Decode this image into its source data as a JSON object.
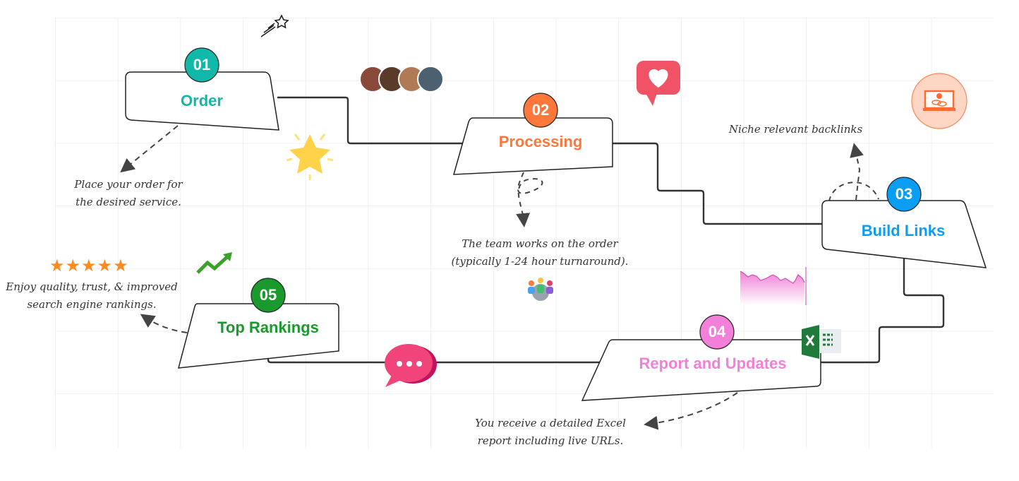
{
  "steps": [
    {
      "number": "01",
      "title": "Order",
      "color": "#10b9a7",
      "note_lines": [
        "Place your order for",
        "the desired service."
      ]
    },
    {
      "number": "02",
      "title": "Processing",
      "color": "#ff773a",
      "note_lines": [
        "The team works on the order",
        "(typically 1-24 hour turnaround)."
      ]
    },
    {
      "number": "03",
      "title": "Build Links",
      "color": "#099ef3",
      "note_lines": [
        "Niche relevant backlinks"
      ]
    },
    {
      "number": "04",
      "title": "Report and Updates",
      "color": "#f27fd8",
      "note_lines": [
        "You receive a detailed Excel",
        "report including live URLs."
      ]
    },
    {
      "number": "05",
      "title": "Top Rankings",
      "color": "#1a9a2c",
      "note_lines": [
        "Enjoy quality, trust, & improved",
        "search engine rankings."
      ]
    }
  ],
  "rating_stars": "★★★★★",
  "icons": [
    "shooting-star-icon",
    "avatars-group",
    "star-icon",
    "heart-bubble-icon",
    "laptop-link-icon",
    "trend-arrow-icon",
    "team-gear-icon",
    "area-chart-icon",
    "excel-icon",
    "chat-bubble-icon"
  ]
}
